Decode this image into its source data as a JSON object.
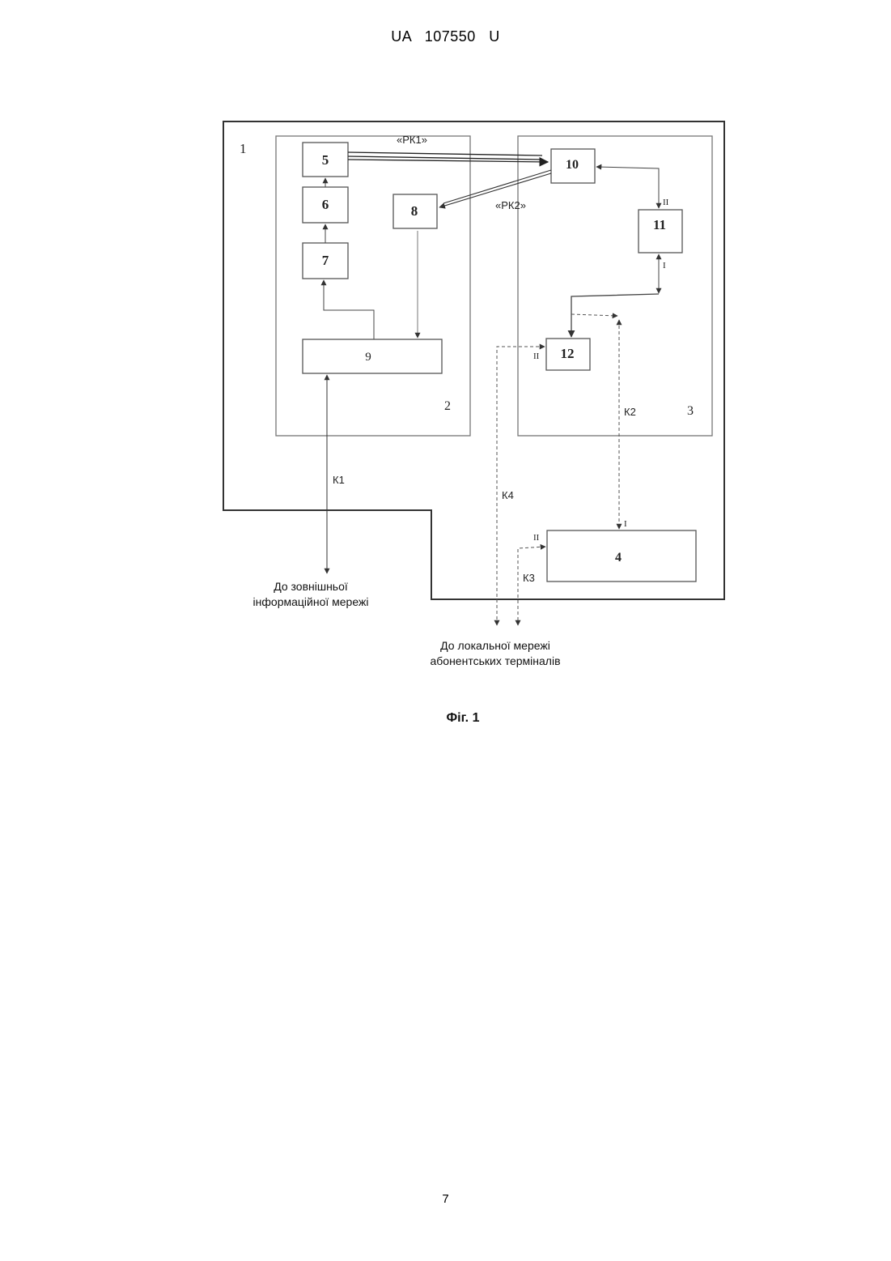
{
  "header": {
    "patent_number": "UA   107550   U"
  },
  "page_number": "7",
  "figure": {
    "caption": "Фіг. 1",
    "block_labels": {
      "b1": "1",
      "b2": "2",
      "b3": "3",
      "b4": "4",
      "b5": "5",
      "b6": "6",
      "b7": "7",
      "b8": "8",
      "b9": "9",
      "b10": "10",
      "b11": "11",
      "b12": "12"
    },
    "signal_labels": {
      "rk1": "«РК1»",
      "rk2": "«РК2»"
    },
    "channel_labels": {
      "k1": "К1",
      "k2": "К2",
      "k3": "К3",
      "k4": "К4"
    },
    "port_labels": {
      "b11_top": "II",
      "b11_bottom": "I",
      "b12_left": "II",
      "b4_top": "I",
      "b4_left": "II"
    },
    "external_network": {
      "line1": "До зовнішньої",
      "line2": "інформаційної мережі"
    },
    "local_network": {
      "line1": "До локальної мережі",
      "line2": "абонентських терміналів"
    }
  }
}
